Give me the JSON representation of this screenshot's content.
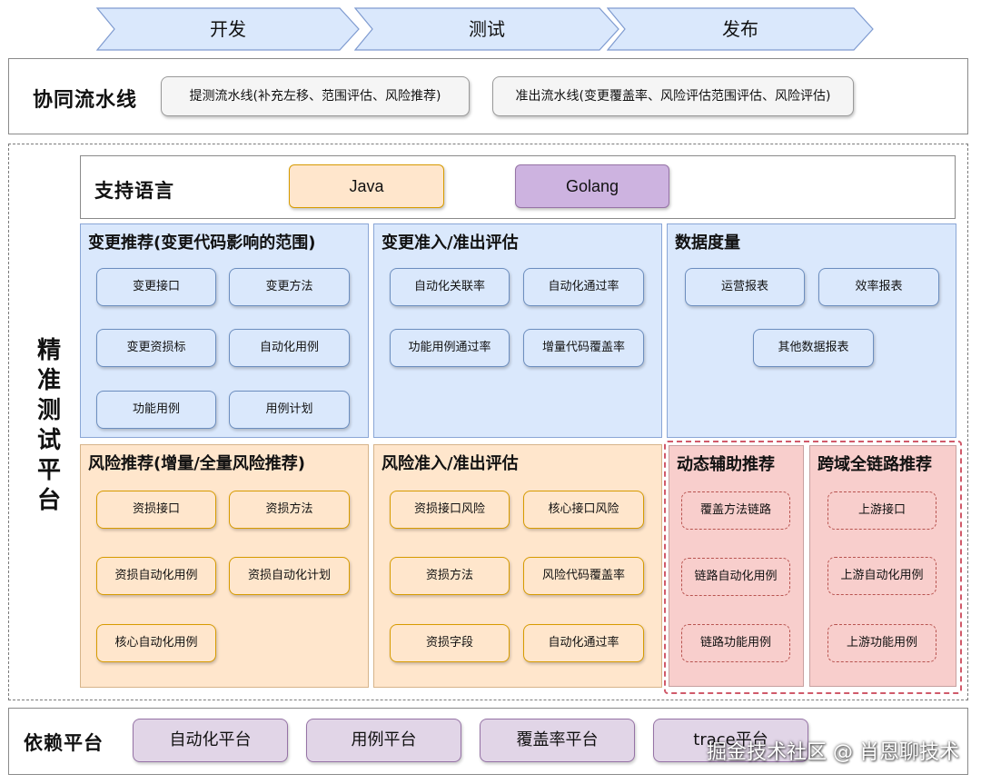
{
  "stages": [
    "开发",
    "测试",
    "发布"
  ],
  "pipeline": {
    "title": "协同流水线",
    "items": [
      "提测流水线(补充左移、范围评估、风险推荐)",
      "准出流水线(变更覆盖率、风险评估范围评估、风险评估)"
    ]
  },
  "platform": {
    "title": "精准测试平台",
    "title_chars": [
      "精",
      "准",
      "测",
      "试",
      "平",
      "台"
    ],
    "languages": {
      "title": "支持语言",
      "items": [
        {
          "label": "Java",
          "color": "#ffe6cc"
        },
        {
          "label": "Golang",
          "color": "#cdb3e0"
        }
      ]
    },
    "change_recommend": {
      "title": "变更推荐(变更代码影响的范围)",
      "items": [
        "变更接口",
        "变更方法",
        "变更资损标",
        "自动化用例",
        "功能用例",
        "用例计划"
      ]
    },
    "change_gate": {
      "title": "变更准入/准出评估",
      "items": [
        "自动化关联率",
        "自动化通过率",
        "功能用例通过率",
        "增量代码覆盖率"
      ]
    },
    "metrics": {
      "title": "数据度量",
      "items": [
        "运营报表",
        "效率报表",
        "其他数据报表"
      ]
    },
    "risk_recommend": {
      "title": "风险推荐(增量/全量风险推荐)",
      "items": [
        "资损接口",
        "资损方法",
        "资损自动化用例",
        "资损自动化计划",
        "核心自动化用例"
      ]
    },
    "risk_gate": {
      "title": "风险准入/准出评估",
      "items": [
        "资损接口风险",
        "核心接口风险",
        "资损方法",
        "风险代码覆盖率",
        "资损字段",
        "自动化通过率"
      ]
    },
    "dynamic_assist": {
      "title": "动态辅助推荐",
      "items": [
        "覆盖方法链路",
        "链路自动化用例",
        "链路功能用例"
      ]
    },
    "cross_domain": {
      "title": "跨域全链路推荐",
      "items": [
        "上游接口",
        "上游自动化用例",
        "上游功能用例"
      ]
    }
  },
  "dependencies": {
    "title": "依赖平台",
    "items": [
      "自动化平台",
      "用例平台",
      "覆盖率平台",
      "trace平台"
    ]
  },
  "watermark": "掘金技术社区 @ 肖恩聊技术",
  "colors": {
    "stage_fill": "#dae8fc",
    "blue_panel": "#dae8fc",
    "orange_panel": "#ffe6cc",
    "pink_panel": "#f8cecc",
    "dependency_fill": "#e1d5e7",
    "dashed_red": "#d05a6a"
  }
}
